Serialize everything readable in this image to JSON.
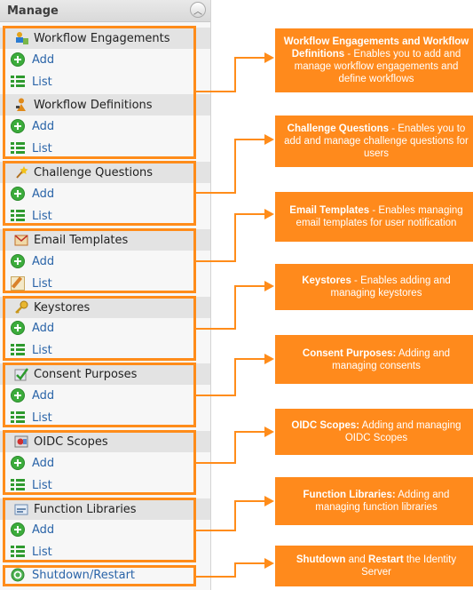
{
  "panel": {
    "title": "Manage"
  },
  "actions": {
    "add": "Add",
    "list": "List"
  },
  "sections": {
    "workflow_engagements": "Workflow Engagements",
    "workflow_definitions": "Workflow Definitions",
    "challenge_questions": "Challenge Questions",
    "email_templates": "Email Templates",
    "keystores": "Keystores",
    "consent_purposes": "Consent Purposes",
    "oidc_scopes": "OIDC Scopes",
    "function_libraries": "Function Libraries",
    "shutdown_restart": "Shutdown/Restart"
  },
  "callouts": {
    "workflow": {
      "bold": "Workflow Engagements and Workflow Definitions",
      "rest": " - Enables you to add and manage workflow engagements and define workflows"
    },
    "challenge": {
      "bold": "Challenge Questions",
      "rest": " -  Enables you to add and manage challenge questions for users"
    },
    "email": {
      "bold": "Email Templates",
      "rest": " - Enables managing email templates for user notification"
    },
    "keystores": {
      "bold": "Keystores",
      "rest": " -  Enables adding and managing keystores"
    },
    "consent": {
      "bold": "Consent Purposes:",
      "rest": "  Adding and managing consents"
    },
    "oidc": {
      "bold": "OIDC Scopes:",
      "rest": " Adding and managing OIDC Scopes"
    },
    "function": {
      "bold": "Function Libraries:",
      "rest": " Adding and managing function libraries"
    },
    "shutdown": {
      "bold1": "Shutdown",
      "mid": " and ",
      "bold2": "Restart",
      "rest": " the Identity Server"
    }
  },
  "colors": {
    "accent": "#ff8c1a",
    "link": "#2a64a8",
    "add_icon": "#3cac3c"
  }
}
